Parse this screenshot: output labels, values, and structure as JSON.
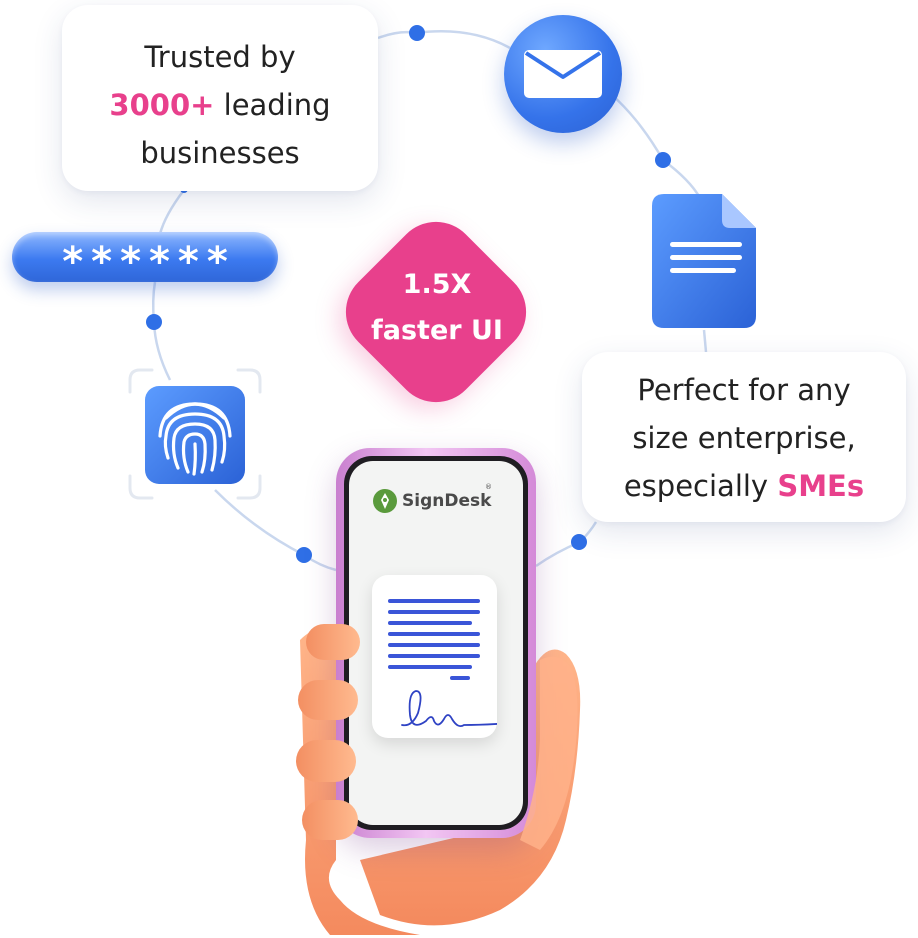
{
  "trusted_card": {
    "line1": "Trusted by",
    "highlight": "3000+",
    "line2_rest": " leading",
    "line3": "businesses"
  },
  "perfect_card": {
    "line1": "Perfect for any",
    "line2": "size enterprise,",
    "line3_prefix": "especially ",
    "highlight": "SMEs"
  },
  "faster_badge": {
    "line1": "1.5X",
    "line2": "faster UI"
  },
  "password_field": {
    "masked_chars": [
      "*",
      "*",
      "*",
      "*",
      "*",
      "*"
    ]
  },
  "phone": {
    "brand_name": "SignDesk",
    "brand_mark": "®"
  },
  "icons": {
    "mail": "envelope-icon",
    "document": "document-icon",
    "fingerprint": "fingerprint-icon",
    "signature": "signature-icon",
    "logo": "signdesk-logo-icon"
  },
  "colors": {
    "accent_pink": "#e8408c",
    "icon_blue": "#3573ea",
    "phone_frame": "#e0a6e4",
    "text_dark": "#222222"
  }
}
